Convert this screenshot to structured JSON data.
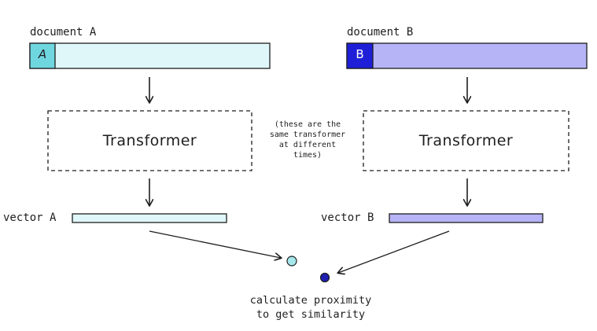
{
  "document_a": {
    "label": "document A",
    "badge": "A",
    "bar_color": "#e0f7fa",
    "badge_color": "#6fd6e0"
  },
  "document_b": {
    "label": "document B",
    "badge": "B",
    "bar_color": "#b6b4f7",
    "badge_color": "#1f1fd8"
  },
  "transformer_a": {
    "title": "Transformer"
  },
  "transformer_b": {
    "title": "Transformer"
  },
  "note": "(these are the same transformer at different times)",
  "vector_a": {
    "label": "vector A",
    "color": "#e0f7fa"
  },
  "vector_b": {
    "label": "vector B",
    "color": "#b6b4f7"
  },
  "point_a_color": "#a5e8ec",
  "point_b_color": "#1f1fb0",
  "caption": {
    "line1": "calculate proximity",
    "line2": "to get similarity"
  }
}
